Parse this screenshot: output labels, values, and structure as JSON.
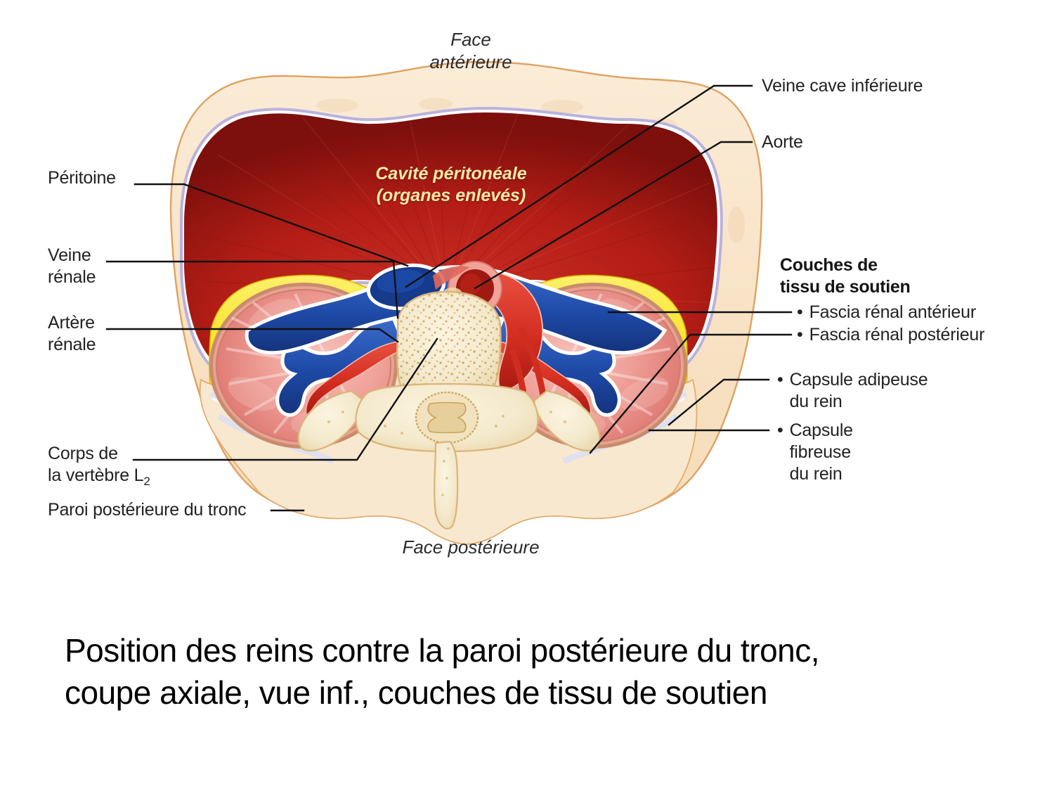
{
  "figure": {
    "orientation": {
      "anterior": "Face\nantérieure",
      "posterior": "Face postérieure"
    },
    "cavity_label": "Cavité péritonéale\n(organes enlevés)",
    "left_labels": [
      {
        "name": "peritoine",
        "text": "Péritoine"
      },
      {
        "name": "veine-renale",
        "text": "Veine\nrénale"
      },
      {
        "name": "artere-renale",
        "text": "Artère\nrénale"
      },
      {
        "name": "corps-vertebre",
        "text": "Corps de\nla vertèbre L"
      },
      {
        "name": "paroi-posterieure",
        "text": "Paroi postérieure du tronc"
      }
    ],
    "vertebra_subscript": "2",
    "right_labels": [
      {
        "name": "veine-cave-inferieure",
        "text": "Veine cave inférieure"
      },
      {
        "name": "aorte",
        "text": "Aorte"
      }
    ],
    "support_layers": {
      "heading": "Couches de\ntissu de soutien",
      "bullet": "•",
      "items": [
        {
          "name": "fascia-renal-anterieur",
          "text": "Fascia rénal antérieur"
        },
        {
          "name": "fascia-renal-posterieur",
          "text": "Fascia rénal postérieur"
        },
        {
          "name": "capsule-adipeuse-du-rein",
          "text": "Capsule adipeuse\ndu rein"
        },
        {
          "name": "capsule-fibreuse-du-rein",
          "text": "Capsule\nfibreuse\ndu rein"
        }
      ]
    },
    "colors": {
      "skin": "#f8e3c6",
      "skin_outline": "#e2a868",
      "muscle_red": "#b51c16",
      "cavity_red": "#c8241c",
      "peritoneum": "#c9c3e4",
      "fat_yellow": "#f6df2a",
      "kidney_pink": "#ef9a93",
      "vein_blue": "#1c49a8",
      "artery_red": "#d62b20",
      "bone_cream": "#f6ecd2",
      "leader_line": "#111111",
      "cavity_text": "#fbe9a8"
    }
  },
  "caption": {
    "text": "Position des reins contre la paroi postérieure du tronc,\ncoupe axiale, vue inf., couches de tissu de soutien"
  }
}
